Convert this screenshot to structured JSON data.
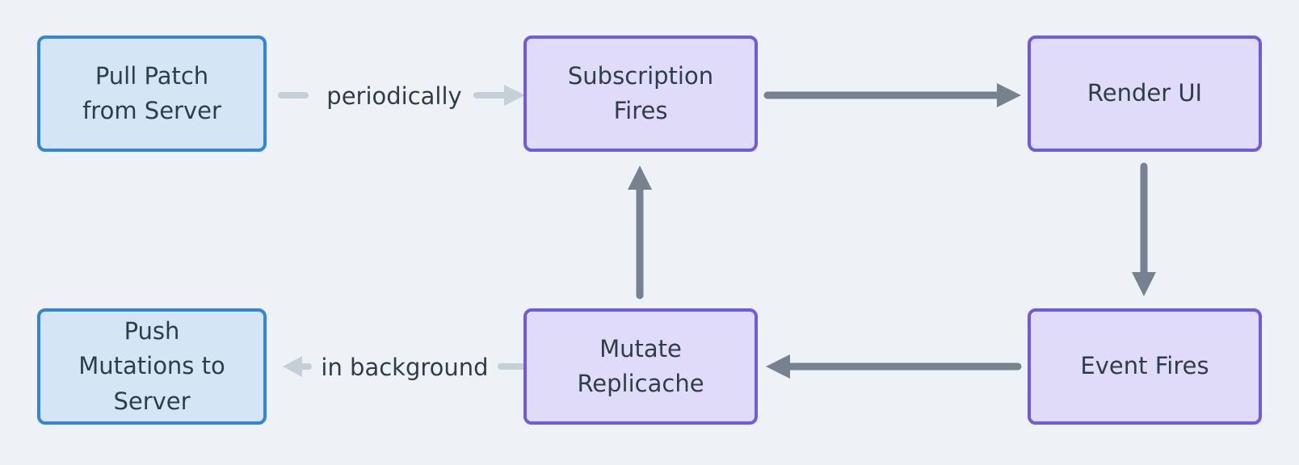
{
  "colors": {
    "background": "#eef2f6",
    "node_blue_border": "#2f86dc",
    "node_blue_fill": "#d4e5f6",
    "node_purple_border": "#6e5ae6",
    "node_purple_fill": "#e1dbfa",
    "arrow_dark": "#76828f",
    "arrow_light": "#c5cfd8",
    "text": "#2e3d4a"
  },
  "nodes": [
    {
      "id": "pull-patch",
      "label": "Pull Patch from Server",
      "style": "blue"
    },
    {
      "id": "subscription-fires",
      "label": "Subscription Fires",
      "style": "purple"
    },
    {
      "id": "render-ui",
      "label": "Render UI",
      "style": "purple"
    },
    {
      "id": "push-mutations",
      "label": "Push Mutations to Server",
      "style": "blue"
    },
    {
      "id": "mutate-replicache",
      "label": "Mutate Replicache",
      "style": "purple"
    },
    {
      "id": "event-fires",
      "label": "Event Fires",
      "style": "purple"
    }
  ],
  "edges": [
    {
      "from": "pull-patch",
      "to": "subscription-fires",
      "label": "periodically",
      "style": "light"
    },
    {
      "from": "subscription-fires",
      "to": "render-ui",
      "label": "",
      "style": "dark"
    },
    {
      "from": "render-ui",
      "to": "event-fires",
      "label": "",
      "style": "dark"
    },
    {
      "from": "event-fires",
      "to": "mutate-replicache",
      "label": "",
      "style": "dark"
    },
    {
      "from": "mutate-replicache",
      "to": "subscription-fires",
      "label": "",
      "style": "dark"
    },
    {
      "from": "mutate-replicache",
      "to": "push-mutations",
      "label": "in background",
      "style": "light"
    }
  ]
}
